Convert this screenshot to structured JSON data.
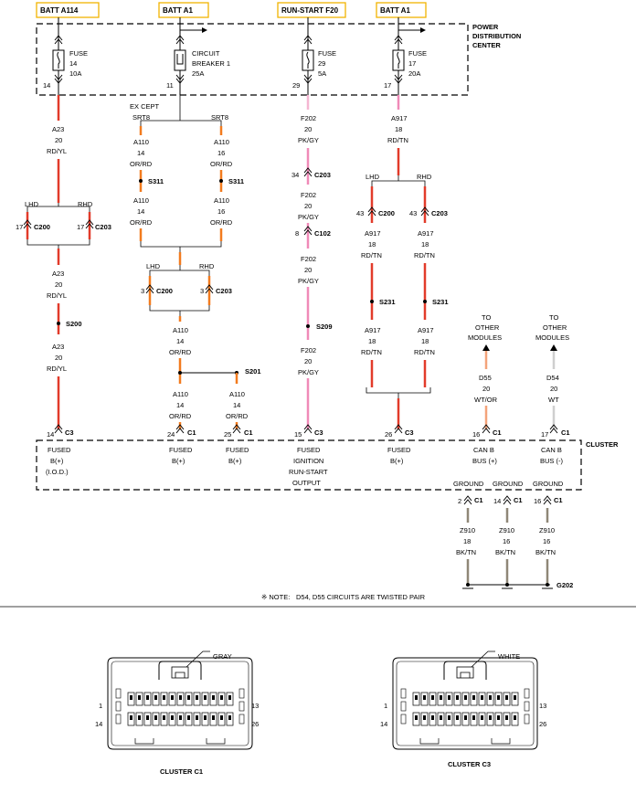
{
  "sources": [
    {
      "label": "BATT A114"
    },
    {
      "label": "BATT A1"
    },
    {
      "label": "RUN-START F20"
    },
    {
      "label": "BATT A1"
    }
  ],
  "pdc": {
    "label_lines": [
      "POWER",
      "DISTRIBUTION",
      "CENTER"
    ]
  },
  "fuses": {
    "f14": {
      "lines": [
        "FUSE",
        "14",
        "10A"
      ],
      "pin": "14"
    },
    "cb1": {
      "lines": [
        "CIRCUIT",
        "BREAKER 1",
        "25A"
      ],
      "pin": "11"
    },
    "f29": {
      "lines": [
        "FUSE",
        "29",
        "5A"
      ],
      "pin": "29"
    },
    "f17": {
      "lines": [
        "FUSE",
        "17",
        "20A"
      ],
      "pin": "17"
    }
  },
  "wire_labels": {
    "a23_top": [
      "A23",
      "20",
      "RD/YL"
    ],
    "a23_mid": [
      "A23",
      "20",
      "RD/YL"
    ],
    "a23_bot": [
      "A23",
      "20",
      "RD/YL"
    ],
    "a110_l1": [
      "A110",
      "14",
      "OR/RD"
    ],
    "a110_r1": [
      "A110",
      "16",
      "OR/RD"
    ],
    "a110_l2": [
      "A110",
      "14",
      "OR/RD"
    ],
    "a110_r2": [
      "A110",
      "16",
      "OR/RD"
    ],
    "a110_mid": [
      "A110",
      "14",
      "OR/RD"
    ],
    "a110_bl": [
      "A110",
      "14",
      "OR/RD"
    ],
    "a110_br": [
      "A110",
      "14",
      "OR/RD"
    ],
    "f202_1": [
      "F202",
      "20",
      "PK/GY"
    ],
    "f202_2": [
      "F202",
      "20",
      "PK/GY"
    ],
    "f202_3": [
      "F202",
      "20",
      "PK/GY"
    ],
    "f202_4": [
      "F202",
      "20",
      "PK/GY"
    ],
    "a917_top": [
      "A917",
      "18",
      "RD/TN"
    ],
    "a917_l1": [
      "A917",
      "18",
      "RD/TN"
    ],
    "a917_r1": [
      "A917",
      "18",
      "RD/TN"
    ],
    "a917_l2": [
      "A917",
      "18",
      "RD/TN"
    ],
    "a917_r2": [
      "A917",
      "18",
      "RD/TN"
    ],
    "d55": [
      "D55",
      "20",
      "WT/OR"
    ],
    "d54": [
      "D54",
      "20",
      "WT"
    ],
    "z910_1": [
      "Z910",
      "18",
      "BK/TN"
    ],
    "z910_2": [
      "Z910",
      "16",
      "BK/TN"
    ],
    "z910_3": [
      "Z910",
      "16",
      "BK/TN"
    ]
  },
  "option_labels": {
    "except": "EX CEPT",
    "srt8": "SRT8",
    "lhd": "LHD",
    "rhd": "RHD"
  },
  "connectors": {
    "c200": "C200",
    "c203": "C203",
    "c102": "C102",
    "c1": "C1",
    "c3": "C3"
  },
  "connector_pins": {
    "c200_a": "17",
    "c203_a": "17",
    "c203_f": "34",
    "c102_f": "8",
    "c200_b": "3",
    "c203_b": "3",
    "c200_c": "43",
    "c203_c": "43",
    "cl_14": "14",
    "cl_24": "24",
    "cl_25": "25",
    "cl_15": "15",
    "cl_26": "26",
    "cl_16": "16",
    "cl_17": "17",
    "g_2": "2",
    "g_14": "14",
    "g_16": "16"
  },
  "splices": {
    "s311_l": "S311",
    "s311_r": "S311",
    "s200": "S200",
    "s201": "S201",
    "s209": "S209",
    "s231_l": "S231",
    "s231_r": "S231",
    "g202": "G202"
  },
  "modules": {
    "d55": [
      "TO",
      "OTHER",
      "MODULES"
    ],
    "d54": [
      "TO",
      "OTHER",
      "MODULES"
    ]
  },
  "cluster": {
    "label": "CLUSTER",
    "pins": {
      "p14": [
        "FUSED",
        "B(+)",
        "(I.O.D.)"
      ],
      "p24": [
        "FUSED",
        "B(+)"
      ],
      "p25": [
        "FUSED",
        "B(+)"
      ],
      "p15": [
        "FUSED",
        "IGNITION",
        "RUN-START",
        "OUTPUT"
      ],
      "p26": [
        "FUSED",
        "B(+)"
      ],
      "p16": [
        "CAN B",
        "BUS (+)"
      ],
      "p17": [
        "CAN B",
        "BUS (-)"
      ]
    },
    "grounds": [
      "GROUND",
      "GROUND",
      "GROUND"
    ]
  },
  "note": {
    "prefix": "※ NOTE:",
    "text": "D54, D55    CIRCUITS ARE TWISTED PAIR"
  },
  "connector_views": [
    {
      "title": "CLUSTER C1",
      "color": "GRAY",
      "pins": [
        "1",
        "13",
        "14",
        "26"
      ]
    },
    {
      "title": "CLUSTER C3",
      "color": "WHITE",
      "pins": [
        "1",
        "13",
        "14",
        "26"
      ]
    }
  ],
  "colors": {
    "red": "#e23b2a",
    "orange": "#f27b1e",
    "pink": "#f08ab8",
    "pink_light": "#f5b6d2",
    "wire_orange_light": "#f3a37a",
    "gray": "#cfcfcf",
    "ground": "#8f8777",
    "header_border": "#f2b400"
  }
}
